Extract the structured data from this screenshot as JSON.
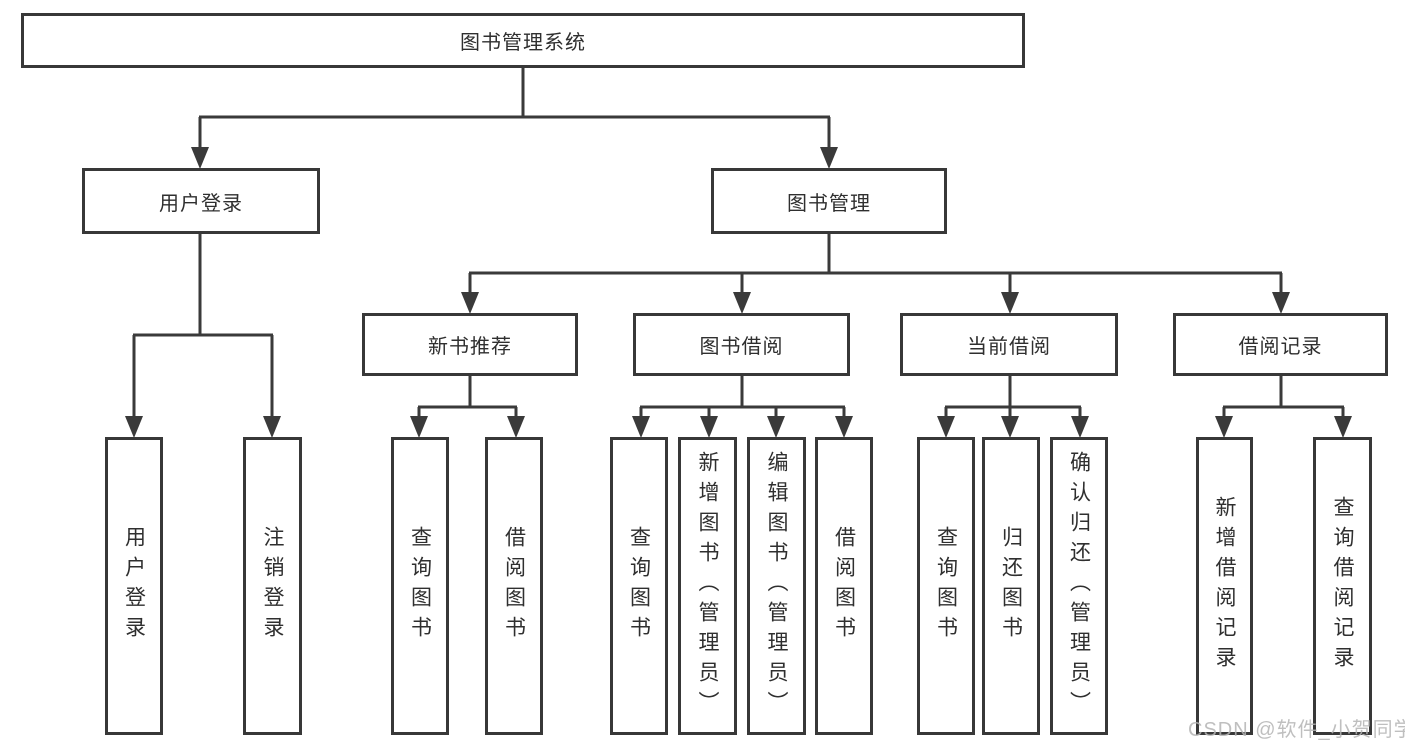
{
  "diagram": {
    "root_label": "图书管理系统",
    "branches": {
      "login": "用户登录",
      "management": "图书管理"
    },
    "modules": {
      "new_books": "新书推荐",
      "book_borrow": "图书借阅",
      "current_borrow": "当前借阅",
      "borrow_records": "借阅记录"
    },
    "leaves": {
      "login_user": "用户登录",
      "login_logout": "注销登录",
      "nb_query": "查询图书",
      "nb_borrow": "借阅图书",
      "bb_query": "查询图书",
      "bb_add": "新增图书（管理员）",
      "bb_edit": "编辑图书（管理员）",
      "bb_borrow": "借阅图书",
      "cb_query": "查询图书",
      "cb_return": "归还图书",
      "cb_confirm": "确认归还（管理员）",
      "br_add": "新增借阅记录",
      "br_query": "查询借阅记录"
    }
  },
  "watermark": "CSDN @软件_小贺同学",
  "colors": {
    "line": "#3a3a3a",
    "border": "#383838",
    "text": "#2f2f2f",
    "watermark": "#b5b5b5",
    "background": "#ffffff"
  }
}
